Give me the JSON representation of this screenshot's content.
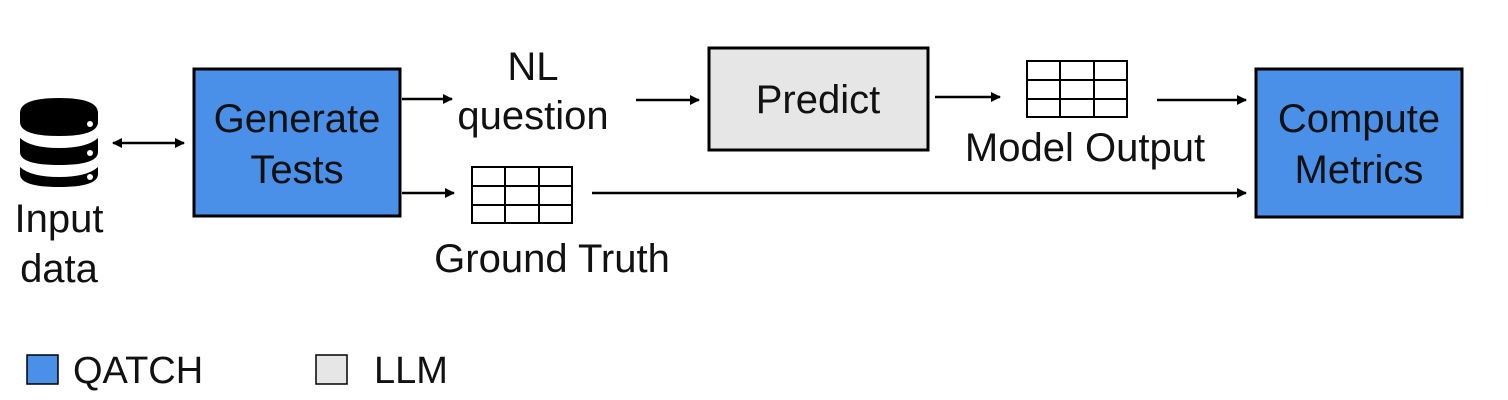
{
  "colors": {
    "qatch": "#4a90e8",
    "llm": "#e6e6e6",
    "stroke": "#000000",
    "text": "#111111"
  },
  "nodes": {
    "input_data": {
      "icon": "database-icon",
      "label_line1": "Input",
      "label_line2": "data"
    },
    "generate_tests": {
      "label_line1": "Generate",
      "label_line2": "Tests"
    },
    "nl_question": {
      "label_line1": "NL",
      "label_line2": "question"
    },
    "predict": {
      "label": "Predict"
    },
    "model_output": {
      "icon": "table-icon",
      "label": "Model Output"
    },
    "ground_truth": {
      "icon": "table-icon",
      "label": "Ground Truth"
    },
    "compute_metrics": {
      "label_line1": "Compute",
      "label_line2": "Metrics"
    }
  },
  "legend": {
    "items": [
      {
        "label": "QATCH",
        "color": "#4a90e8"
      },
      {
        "label": "LLM",
        "color": "#e6e6e6"
      }
    ]
  }
}
